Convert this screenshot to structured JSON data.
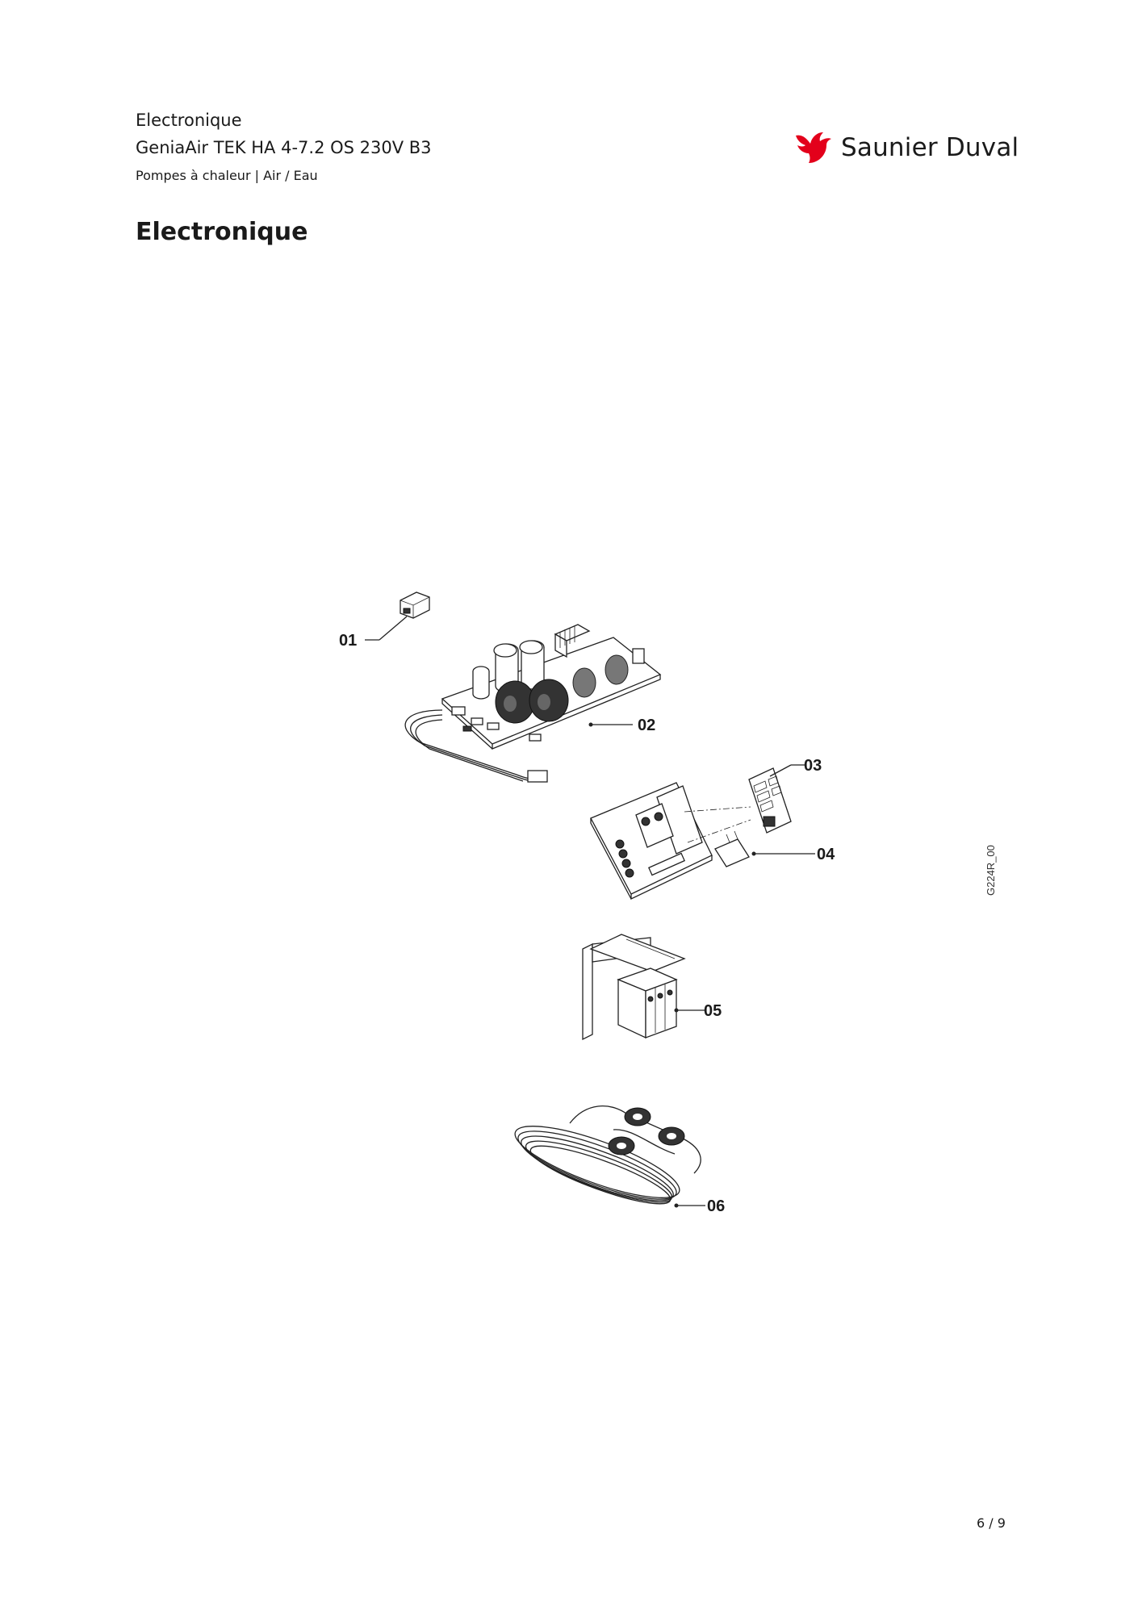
{
  "header": {
    "line1": "Electronique",
    "line2": "GeniaAir TEK HA 4-7.2 OS 230V B3",
    "line3": "Pompes à chaleur | Air / Eau"
  },
  "brand": {
    "name": "Saunier Duval",
    "color": "#e3001b",
    "icon": "bird-logo-icon"
  },
  "section_title": "Electronique",
  "figure": {
    "callouts": [
      "01",
      "02",
      "03",
      "04",
      "05",
      "06"
    ],
    "drawing_code": "G224R_00"
  },
  "footer": {
    "page": "6 / 9"
  }
}
